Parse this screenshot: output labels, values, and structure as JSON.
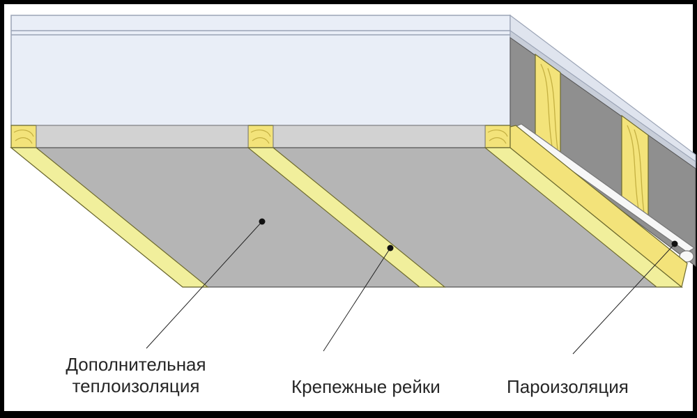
{
  "labels": {
    "insulation_line1": "Дополнительная",
    "insulation_line2": "теплоизоляция",
    "battens": "Крепежные рейки",
    "vapor_barrier": "Пароизоляция"
  },
  "colors": {
    "frame": "#000000",
    "background": "#ffffff",
    "ceiling_panel": "#e9eef7",
    "ceiling_panel_edge": "#b0b8c8",
    "insulation": "#b5b5b5",
    "insulation_dark": "#8f8f8f",
    "batten": "#f1ef9c",
    "batten_edge": "#6d6a2e",
    "joist_wood": "#f3e37a",
    "vapor_barrier": "#f7f7f7",
    "leader_line": "#222222"
  }
}
